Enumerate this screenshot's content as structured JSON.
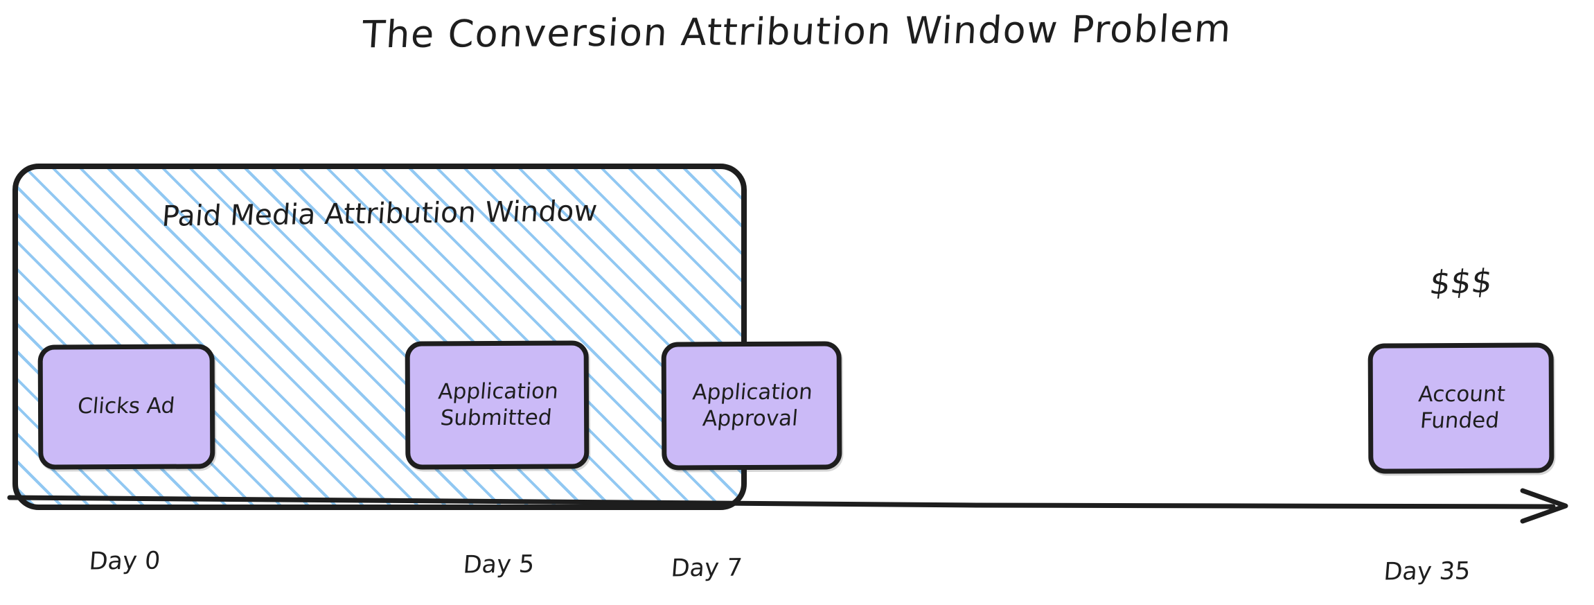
{
  "title": "The Conversion Attribution Window Problem",
  "colors": {
    "node_fill": "#cbbaf7",
    "stroke": "#1e1e1e",
    "hatch": "#7ebef0",
    "background": "#ffffff"
  },
  "attribution_window": {
    "label": "Paid Media Attribution Window"
  },
  "nodes": [
    {
      "id": "clicks-ad",
      "label": "Clicks Ad"
    },
    {
      "id": "app-submitted",
      "label": "Application\nSubmitted"
    },
    {
      "id": "app-approval",
      "label": "Application\nApproval"
    },
    {
      "id": "account-funded",
      "label": "Account\nFunded"
    }
  ],
  "annotations": {
    "money": "$$$"
  },
  "timeline": {
    "ticks": [
      {
        "label": "Day 0"
      },
      {
        "label": "Day 5"
      },
      {
        "label": "Day 7"
      },
      {
        "label": "Day 35"
      }
    ]
  }
}
